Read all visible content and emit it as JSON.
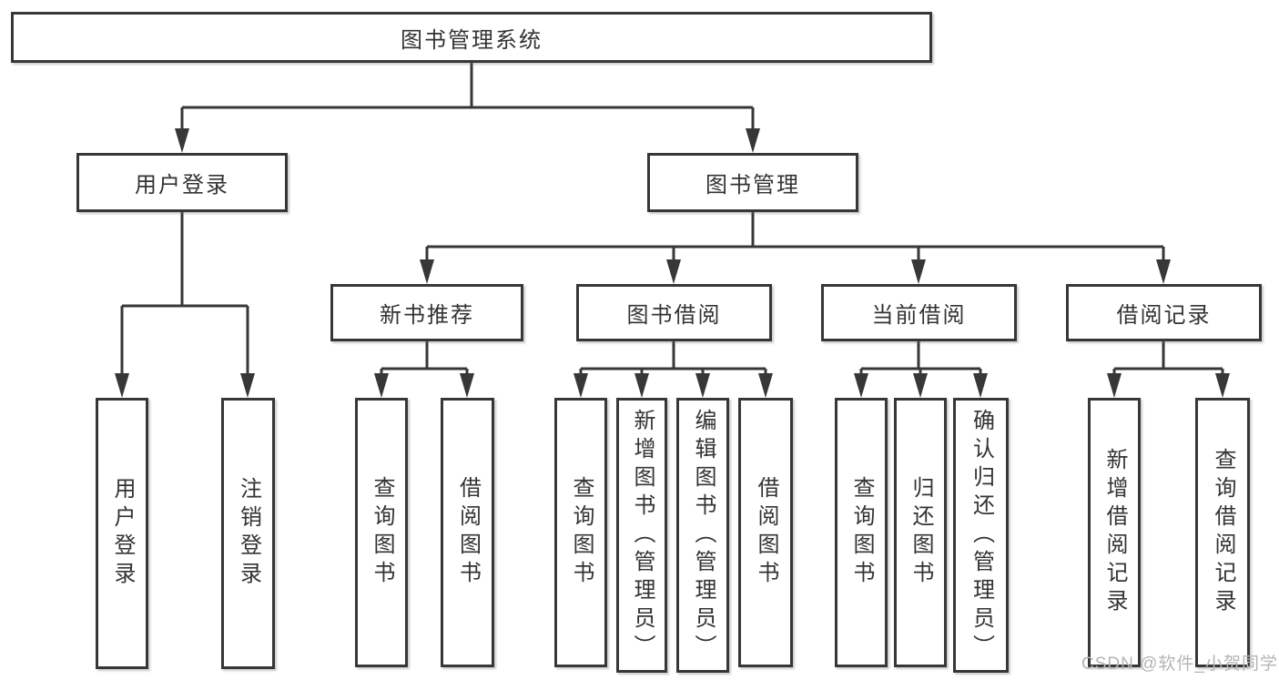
{
  "diagram_type": "hierarchy-tree",
  "colors": {
    "line": "#373737",
    "box_border": "#373737",
    "box_background": "#ffffff",
    "text": "#333333",
    "watermark": "#b5b5b5"
  },
  "tree": {
    "root": {
      "label": "图书管理系统"
    },
    "branches": [
      {
        "label": "用户登录",
        "children": [
          {
            "label": "用户登录"
          },
          {
            "label": "注销登录"
          }
        ]
      },
      {
        "label": "图书管理",
        "groups": [
          {
            "label": "新书推荐",
            "children": [
              {
                "label": "查询图书"
              },
              {
                "label": "借阅图书"
              }
            ]
          },
          {
            "label": "图书借阅",
            "children": [
              {
                "label": "查询图书"
              },
              {
                "label": "新增图书（管理员）"
              },
              {
                "label": "编辑图书（管理员）"
              },
              {
                "label": "借阅图书"
              }
            ]
          },
          {
            "label": "当前借阅",
            "children": [
              {
                "label": "查询图书"
              },
              {
                "label": "归还图书"
              },
              {
                "label": "确认归还（管理员）"
              }
            ]
          },
          {
            "label": "借阅记录",
            "children": [
              {
                "label": "新增借阅记录"
              },
              {
                "label": "查询借阅记录"
              }
            ]
          }
        ]
      }
    ]
  },
  "watermark": "CSDN @软件_小贺同学"
}
